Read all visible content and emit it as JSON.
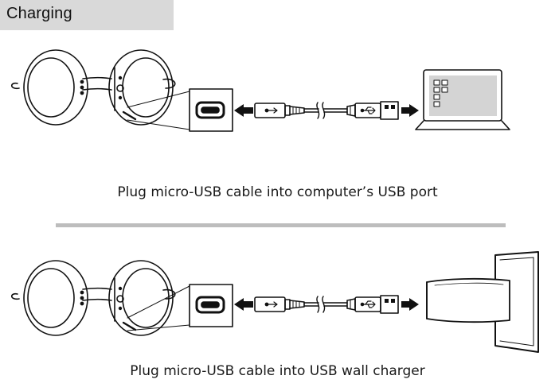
{
  "header": {
    "title": "Charging",
    "background": "#d9d9d9"
  },
  "steps": [
    {
      "caption": "Plug micro-USB cable into computer’s USB port",
      "target": "laptop-icon"
    },
    {
      "caption": "Plug micro-USB cable into USB wall charger",
      "target": "wall-charger-icon"
    }
  ],
  "colors": {
    "line": "#111111",
    "divider": "#bdbdbd"
  },
  "icons": {
    "usb_symbol": "usb-trident-icon",
    "arrow_left": "arrow-left-icon",
    "arrow_right": "arrow-right-icon"
  }
}
